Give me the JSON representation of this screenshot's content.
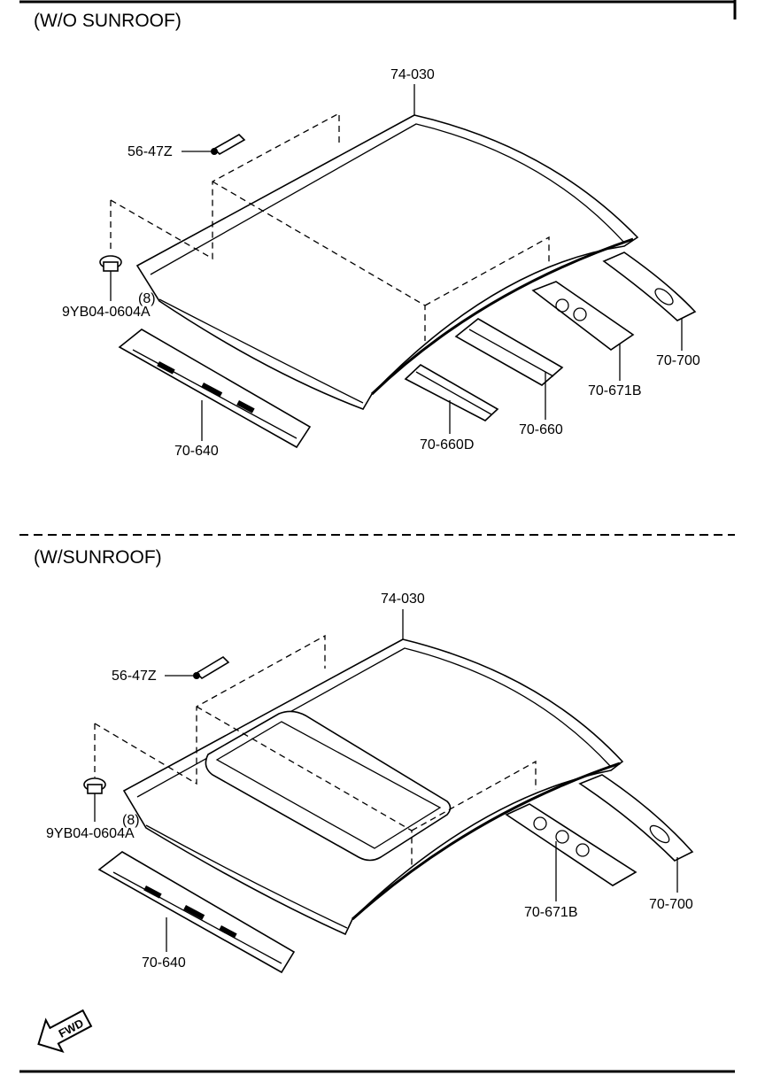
{
  "sections": [
    {
      "title": "(W/O SUNROOF)",
      "parts": {
        "roof": "74-030",
        "molding_clip": "56-47Z",
        "nut": "9YB04-0604A",
        "nut_qty": "(8)",
        "front_header": "70-640",
        "rail_a": "70-660D",
        "rail_b": "70-660",
        "rail_c": "70-671B",
        "rear_header": "70-700"
      }
    },
    {
      "title": "(W/SUNROOF)",
      "parts": {
        "roof": "74-030",
        "molding_clip": "56-47Z",
        "nut": "9YB04-0604A",
        "nut_qty": "(8)",
        "front_header": "70-640",
        "rail_c": "70-671B",
        "rear_header": "70-700"
      }
    }
  ],
  "fwd_label": "FWD"
}
